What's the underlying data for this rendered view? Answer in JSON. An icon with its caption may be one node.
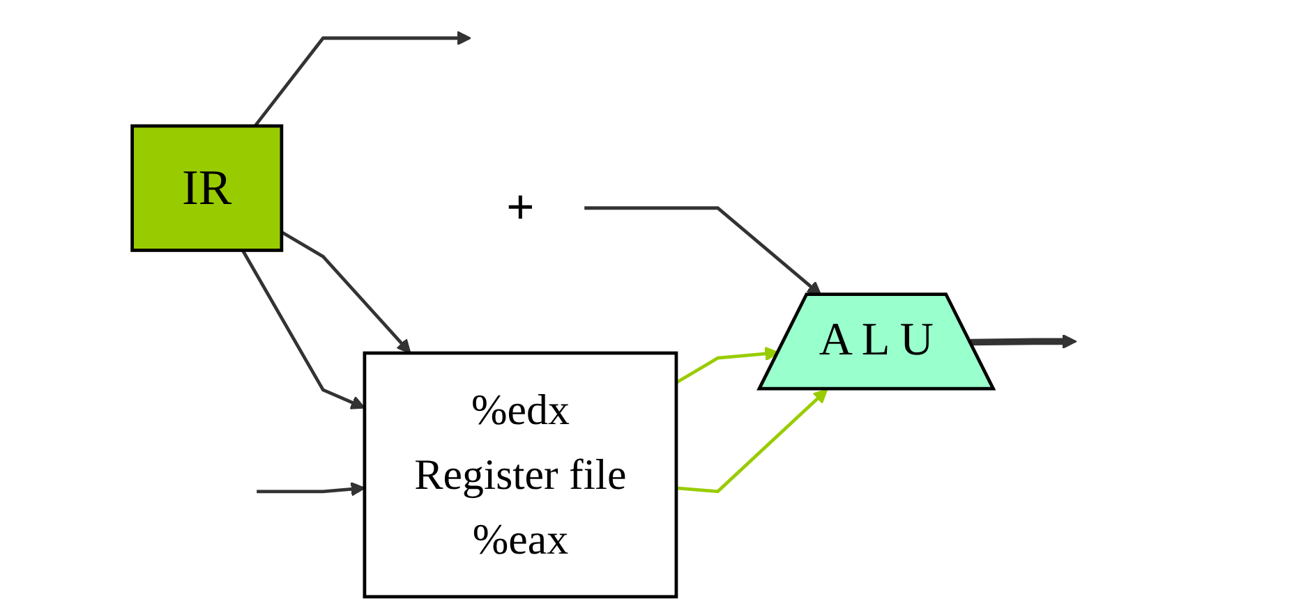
{
  "diagram": {
    "nodes": [
      {
        "text": [
          "IR"
        ]
      },
      {
        "text": [
          "%edx",
          "Register file",
          "%eax"
        ]
      },
      {
        "text": [
          "+"
        ]
      },
      {
        "text": [
          "A L U"
        ]
      }
    ],
    "edges": [
      {
        "from": 0,
        "to": null,
        "arrow": "to"
      },
      {
        "from": 2,
        "to": 3,
        "arrow": "to"
      },
      {
        "from": 0,
        "to": 1,
        "arrow": "to"
      },
      {
        "from": 0,
        "to": 1,
        "arrow": "to"
      },
      {
        "from": 1,
        "to": 3,
        "arrow": "to",
        "color": "#99cc00"
      },
      {
        "from": 1,
        "to": 3,
        "arrow": "to",
        "color": "#99cc00"
      },
      {
        "from": 3,
        "to": null,
        "arrow": "to",
        "style": "thick"
      },
      {
        "from": null,
        "to": 1,
        "arrow": "to"
      }
    ]
  }
}
